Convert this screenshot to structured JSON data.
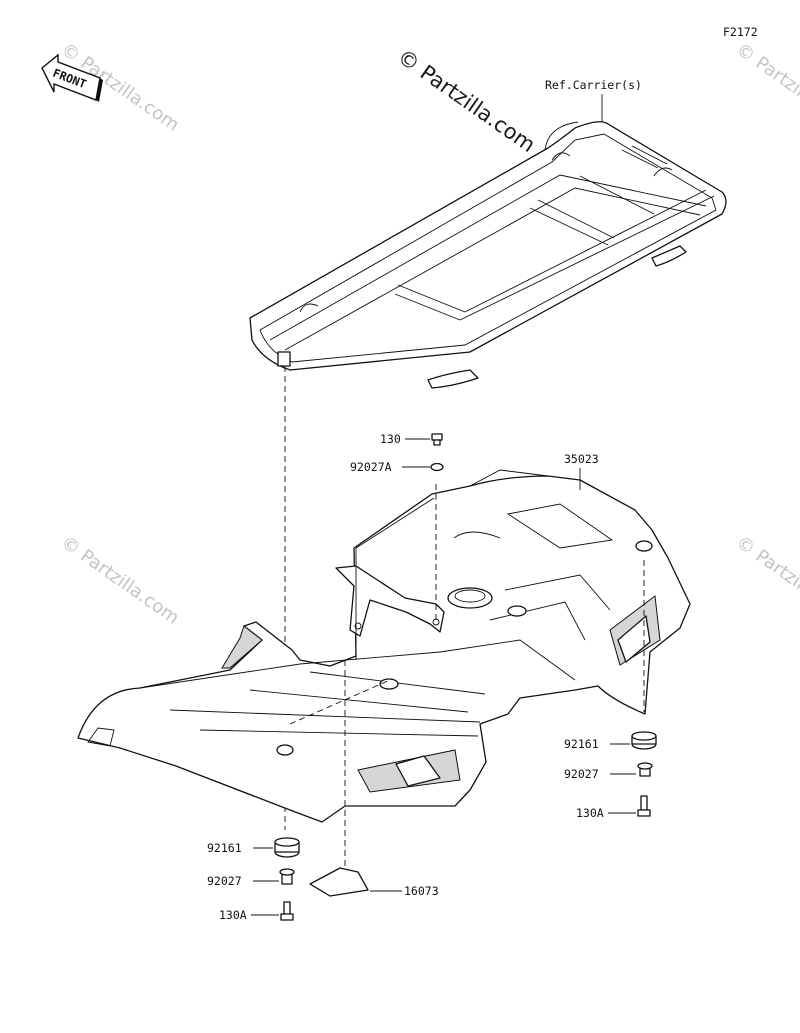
{
  "figure_code": "F2172",
  "front_label": "FRONT",
  "watermark_main": "© Partzilla.com",
  "watermark_faint": "© Partzilla.com",
  "callouts": {
    "ref_carrier": "Ref.Carrier(s)",
    "p130": "130",
    "p92027A": "92027A",
    "p35023": "35023",
    "p92161_right": "92161",
    "p92027_right": "92027",
    "p130A_right": "130A",
    "p92161_left": "92161",
    "p92027_left": "92027",
    "p16073": "16073",
    "p130A_left": "130A"
  }
}
